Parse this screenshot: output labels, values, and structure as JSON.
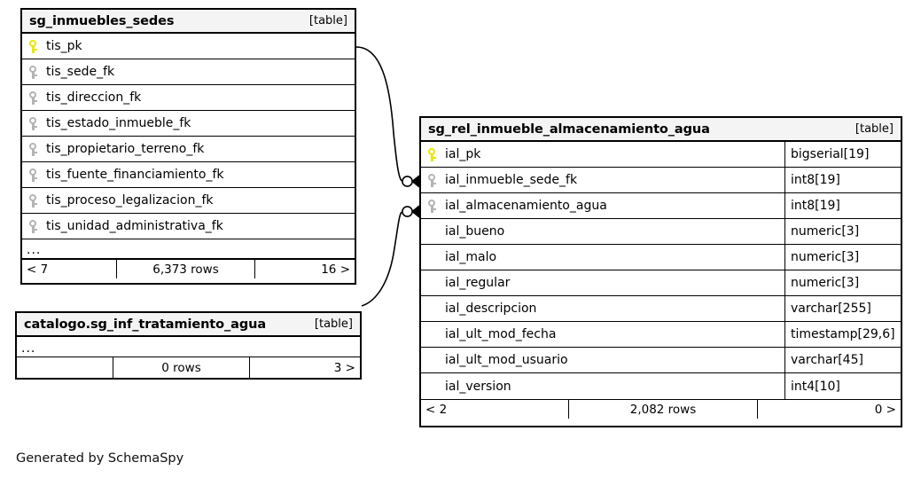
{
  "diagram": {
    "generator_credit": "Generated by SchemaSpy",
    "kind_label": "[table]",
    "ellipsis": "...",
    "colors": {
      "primary_key_icon": "#e8e800",
      "foreign_key_icon": "#b4b4b4",
      "border": "#000000",
      "header_background": "#f4f4f4",
      "canvas": "#ffffff"
    }
  },
  "tables": [
    {
      "id": "sg_inmuebles_sedes",
      "title": "sg_inmuebles_sedes",
      "kind": "[table]",
      "columns": [
        {
          "name": "tis_pk",
          "key": "pk",
          "type": ""
        },
        {
          "name": "tis_sede_fk",
          "key": "fk",
          "type": ""
        },
        {
          "name": "tis_direccion_fk",
          "key": "fk",
          "type": ""
        },
        {
          "name": "tis_estado_inmueble_fk",
          "key": "fk",
          "type": ""
        },
        {
          "name": "tis_propietario_terreno_fk",
          "key": "fk",
          "type": ""
        },
        {
          "name": "tis_fuente_financiamiento_fk",
          "key": "fk",
          "type": ""
        },
        {
          "name": "tis_proceso_legalizacion_fk",
          "key": "fk",
          "type": ""
        },
        {
          "name": "tis_unidad_administrativa_fk",
          "key": "fk",
          "type": ""
        }
      ],
      "has_more": true,
      "footer": {
        "left": "< 7",
        "middle": "6,373 rows",
        "right": "16 >"
      }
    },
    {
      "id": "catalogo_sg_inf_tratamiento_agua",
      "title": "catalogo.sg_inf_tratamiento_agua",
      "kind": "[table]",
      "columns": [],
      "has_more": true,
      "footer": {
        "left": "",
        "middle": "0 rows",
        "right": "3 >"
      }
    },
    {
      "id": "sg_rel_inmueble_almacenamiento_agua",
      "title": "sg_rel_inmueble_almacenamiento_agua",
      "kind": "[table]",
      "columns": [
        {
          "name": "ial_pk",
          "key": "pk",
          "type": "bigserial[19]"
        },
        {
          "name": "ial_inmueble_sede_fk",
          "key": "fk",
          "type": "int8[19]"
        },
        {
          "name": "ial_almacenamiento_agua",
          "key": "fk",
          "type": "int8[19]"
        },
        {
          "name": "ial_bueno",
          "key": "none",
          "type": "numeric[3]"
        },
        {
          "name": "ial_malo",
          "key": "none",
          "type": "numeric[3]"
        },
        {
          "name": "ial_regular",
          "key": "none",
          "type": "numeric[3]"
        },
        {
          "name": "ial_descripcion",
          "key": "none",
          "type": "varchar[255]"
        },
        {
          "name": "ial_ult_mod_fecha",
          "key": "none",
          "type": "timestamp[29,6]"
        },
        {
          "name": "ial_ult_mod_usuario",
          "key": "none",
          "type": "varchar[45]"
        },
        {
          "name": "ial_version",
          "key": "none",
          "type": "int4[10]"
        }
      ],
      "has_more": false,
      "footer": {
        "left": "< 2",
        "middle": "2,082 rows",
        "right": "0 >"
      }
    }
  ],
  "relationships": [
    {
      "id": "rel-inmuebles-sedes-to-ial-inmueble-sede-fk",
      "from_table": "sg_inmuebles_sedes",
      "from_column": "tis_pk",
      "to_table": "sg_rel_inmueble_almacenamiento_agua",
      "to_column": "ial_inmueble_sede_fk"
    },
    {
      "id": "rel-tratamiento-agua-to-ial-almacenamiento-agua",
      "from_table": "catalogo_sg_inf_tratamiento_agua",
      "from_column": "",
      "to_table": "sg_rel_inmueble_almacenamiento_agua",
      "to_column": "ial_almacenamiento_agua"
    }
  ]
}
